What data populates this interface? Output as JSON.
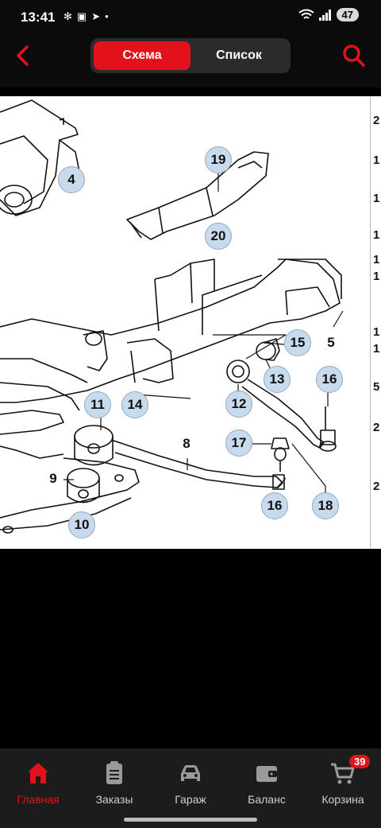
{
  "status": {
    "time": "13:41",
    "battery": "47"
  },
  "header": {
    "tabs": [
      {
        "label": "Схема",
        "active": true
      },
      {
        "label": "Список",
        "active": false
      }
    ]
  },
  "diagram": {
    "callouts": [
      "19",
      "20",
      "4",
      "5",
      "15",
      "13",
      "12",
      "14",
      "16",
      "11",
      "8",
      "17",
      "9",
      "10",
      "16",
      "18"
    ],
    "right_strip": [
      "2",
      "1",
      "1",
      "1",
      "1",
      "1",
      "1",
      "1",
      "5",
      "2",
      "2"
    ]
  },
  "nav": {
    "items": [
      {
        "label": "Главная",
        "icon": "home-icon",
        "active": true
      },
      {
        "label": "Заказы",
        "icon": "orders-icon",
        "active": false
      },
      {
        "label": "Гараж",
        "icon": "car-icon",
        "active": false
      },
      {
        "label": "Баланс",
        "icon": "wallet-icon",
        "active": false
      },
      {
        "label": "Корзина",
        "icon": "cart-icon",
        "active": false
      }
    ],
    "cart_badge": "39"
  },
  "colors": {
    "accent": "#e3111c",
    "callout_fill": "#c8dbec"
  }
}
